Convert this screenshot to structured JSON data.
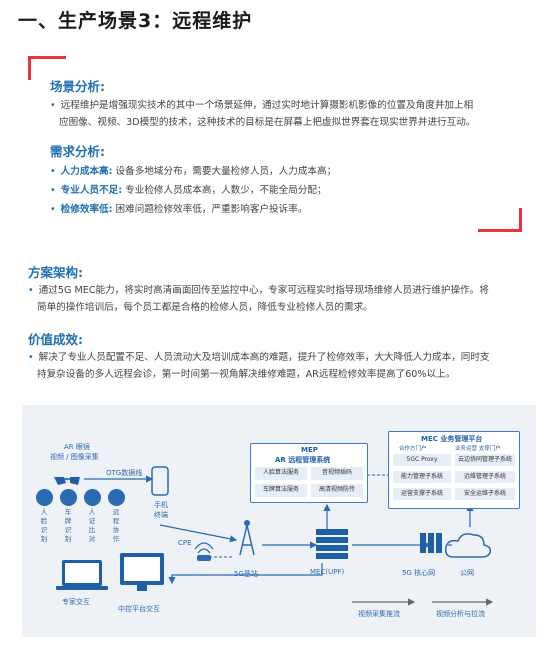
{
  "title": "一、生产场景3：远程维护",
  "analysis": {
    "heading": "场景分析:",
    "line1": "远程维护是增强现实技术的其中一个场景延伸，通过实时地计算摄影机影像的位置及角度并加上相",
    "line2": "应图像、视频、3D模型的技术，这种技术的目标是在屏幕上把虚拟世界套在现实世界并进行互动。"
  },
  "needs": {
    "heading": "需求分析:",
    "items": [
      {
        "label": "人力成本高:",
        "text": "设备多地域分布，需要大量检修人员，人力成本高；"
      },
      {
        "label": "专业人员不足:",
        "text": "专业检修人员成本高，人数少，不能全局分配；"
      },
      {
        "label": "检修效率低:",
        "text": "困难问题检修效率低，严重影响客户投诉率。"
      }
    ]
  },
  "solution": {
    "heading": "方案架构:",
    "line1": "通过5G MEC能力，将实时高清画面回传至监控中心，专家可远程实时指导现场维修人员进行维护操作。将",
    "line2": "简单的操作培训后，每个员工都是合格的检修人员，降低专业检修人员的需求。"
  },
  "value": {
    "heading": "价值成效:",
    "line1": "解决了专业人员配置不足、人员流动大及培训成本高的难题，提升了检修效率，大大降低人力成本，同时支",
    "line2": "持复杂设备的多人远程会诊，第一时间第一视角解决维修难题，AR远程检修效率提高了60%以上。"
  },
  "diagram": {
    "ar_glasses_label1": "AR 眼镜",
    "ar_glasses_label2": "视频 / 图像采集",
    "otg_label": "OTG数据线",
    "phone_label1": "手机",
    "phone_label2": "终端",
    "funcs": [
      "人脸识别",
      "车牌识别",
      "人证比对",
      "远程协作"
    ],
    "cpe_label": "CPE",
    "bs_label": "5G基站",
    "mec_upf_label": "MEC(UPF)",
    "core_label": "5G 核心网",
    "public_label": "公网",
    "expert_label": "专家交互",
    "center_label": "中控平台交互",
    "mep_title1": "MEP",
    "mep_title2": "AR 远程管理系统",
    "mep_cells": [
      "人脸算法服务",
      "音视频插码",
      "车牌算法服务",
      "高清视频防传"
    ],
    "biz_title": "MEC 业务管理平台",
    "biz_col1": "合作方门户",
    "biz_col2": "业务运营 支撑门户",
    "biz_cells": [
      "5GC Proxy",
      "云边协同管理子系统",
      "能力管理子系统",
      "远维管理子系统",
      "运营支撑子系统",
      "安全运维子系统"
    ],
    "legend1": "视频采集推流",
    "legend2": "视频分析与拉流"
  }
}
